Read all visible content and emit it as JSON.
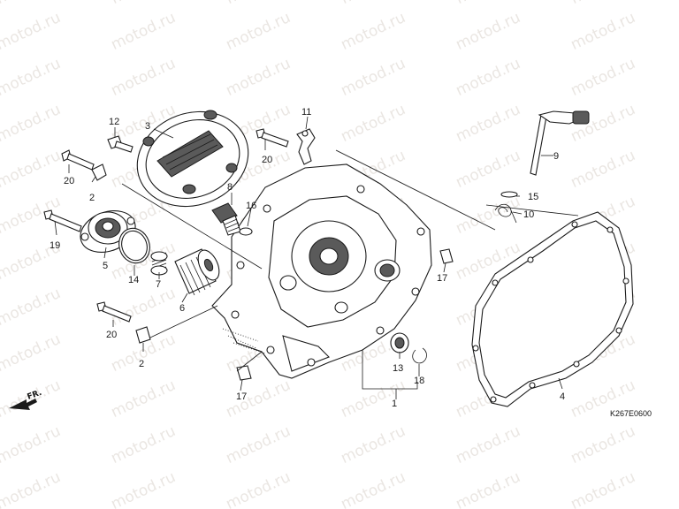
{
  "watermark": "motod.ru",
  "diagram_code": "K267E0600",
  "front_marker": "FR.",
  "callouts": {
    "c1": "1",
    "c2a": "2",
    "c2b": "2",
    "c3": "3",
    "c4": "4",
    "c5": "5",
    "c6": "6",
    "c7": "7",
    "c8": "8",
    "c9": "9",
    "c10": "10",
    "c11": "11",
    "c12": "12",
    "c13": "13",
    "c14": "14",
    "c15": "15",
    "c16": "16",
    "c17a": "17",
    "c17b": "17",
    "c18": "18",
    "c19": "19",
    "c20a": "20",
    "c20b": "20",
    "c20c": "20"
  },
  "colors": {
    "line": "#1b1b1b",
    "watermark": "#d9d2cc",
    "background": "#ffffff"
  }
}
